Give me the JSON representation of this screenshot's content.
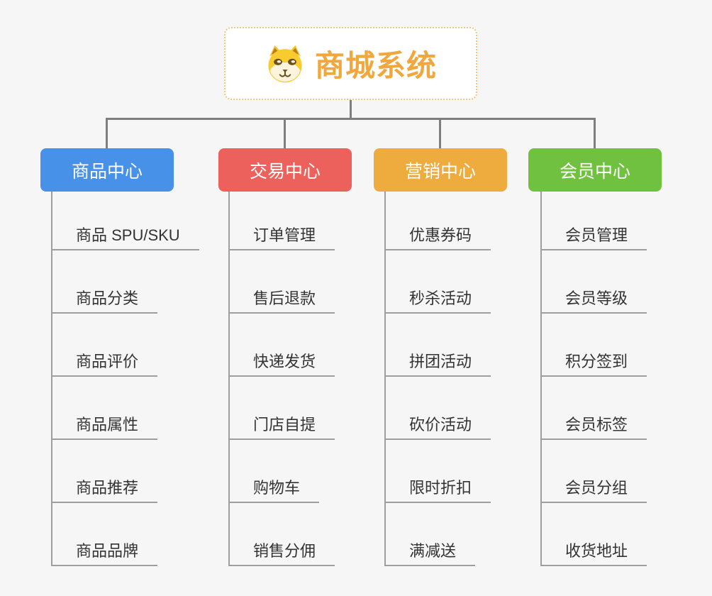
{
  "root": {
    "title": "商城系统",
    "icon": "shiba-dog-icon"
  },
  "branches": [
    {
      "title": "商品中心",
      "color": "#4791e8",
      "children": [
        "商品 SPU/SKU",
        "商品分类",
        "商品评价",
        "商品属性",
        "商品推荐",
        "商品品牌"
      ]
    },
    {
      "title": "交易中心",
      "color": "#ec615c",
      "children": [
        "订单管理",
        "售后退款",
        "快递发货",
        "门店自提",
        "购物车",
        "销售分佣"
      ]
    },
    {
      "title": "营销中心",
      "color": "#eeab3e",
      "children": [
        "优惠券码",
        "秒杀活动",
        "拼团活动",
        "砍价活动",
        "限时折扣",
        "满减送"
      ]
    },
    {
      "title": "会员中心",
      "color": "#70c140",
      "children": [
        "会员管理",
        "会员等级",
        "积分签到",
        "会员标签",
        "会员分组",
        "收货地址"
      ]
    }
  ],
  "colors": {
    "background": "#f6f6f6",
    "root_title": "#f0a73d",
    "root_border": "#f3c57c",
    "connector": "#7e7e7e",
    "child_line": "#9e9e9e",
    "child_text": "#333333",
    "node_text": "#ffffff"
  }
}
